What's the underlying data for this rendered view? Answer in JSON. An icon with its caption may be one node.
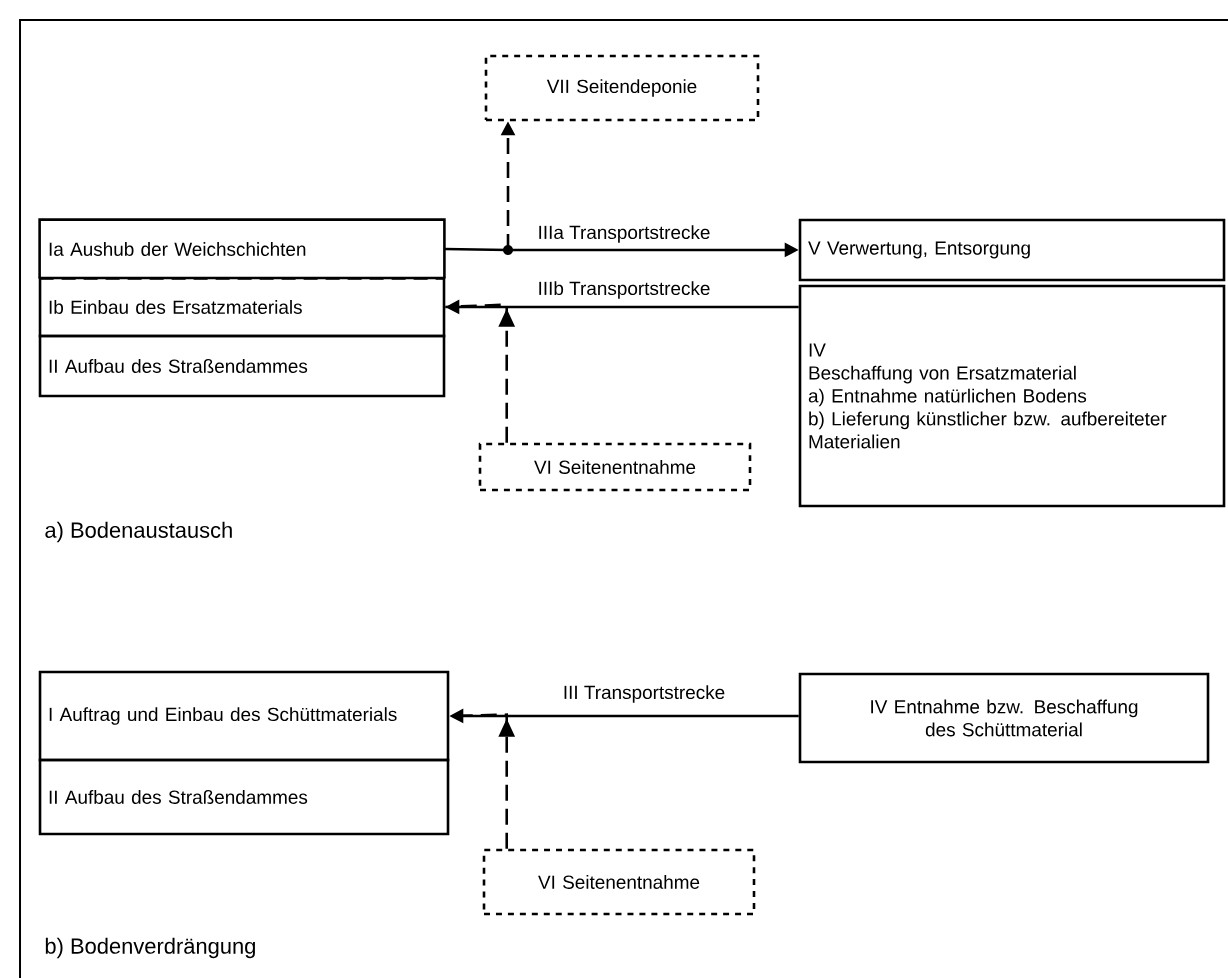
{
  "diagram": {
    "nodes": [
      {
        "text": [
          "Ia Aushub der Weichschichten"
        ]
      },
      {
        "text": [
          "Ib Einbau des Ersatzmaterials"
        ]
      },
      {
        "text": [
          "II Aufbau des Straßendammes"
        ]
      },
      {
        "text": [
          "VII Seitendeponie"
        ]
      },
      {
        "text": [
          "V Verwertung, Entsorgung"
        ]
      },
      {
        "text": [
          "IV",
          "Beschaffung von Ersatzmaterial",
          "a) Entnahme natürlichen Bodens",
          "b) Lieferung künstlicher bzw. aufbereiteter Materialien"
        ]
      },
      {
        "text": [
          "VI Seitenentnahme"
        ]
      },
      {
        "text": [],
        "shape": "circle"
      },
      {
        "text": [
          "I Auftrag und Einbau des Schüttmaterials"
        ]
      },
      {
        "text": [
          "II Aufbau des Straßendammes"
        ]
      },
      {
        "text": [
          "IV Entnahme bzw. Beschaffung des Schüttmaterial"
        ]
      },
      {
        "text": [
          "VI Seitenentnahme"
        ]
      }
    ],
    "edges": [
      {
        "from": 0,
        "to": 7,
        "arrow": "none"
      },
      {
        "from": 7,
        "to": 4,
        "arrow": "to",
        "label": "IIIa Transportstrecke"
      },
      {
        "from": 7,
        "to": 3,
        "arrow": "to",
        "style": "dashed"
      },
      {
        "from": 5,
        "to": 1,
        "arrow": "to",
        "label": "IIIb Transportstrecke"
      },
      {
        "from": 6,
        "to": 1,
        "arrow": "to",
        "style": "dashed"
      },
      {
        "from": 10,
        "to": 8,
        "arrow": "to",
        "label": "III Transportstrecke"
      },
      {
        "from": 11,
        "to": 8,
        "arrow": "to",
        "style": "dashed"
      }
    ],
    "labels": [
      "a) Bodenaustausch",
      "b) Bodenverdrängung"
    ]
  }
}
